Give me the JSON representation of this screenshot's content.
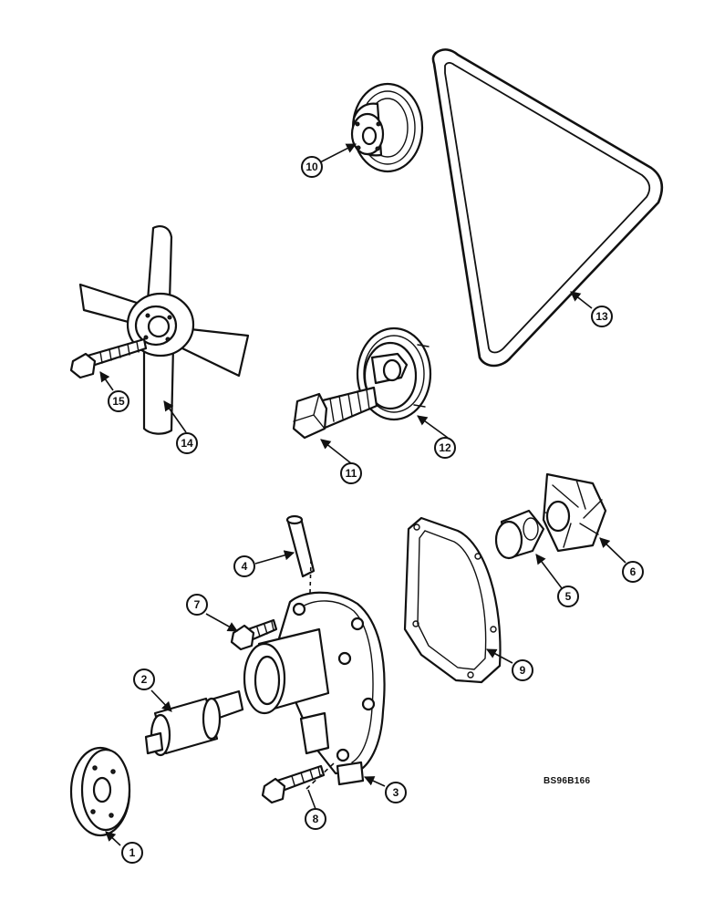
{
  "figure_code": "BS96B166",
  "callouts": [
    {
      "id": "1",
      "label": "1"
    },
    {
      "id": "2",
      "label": "2"
    },
    {
      "id": "3",
      "label": "3"
    },
    {
      "id": "4",
      "label": "4"
    },
    {
      "id": "5",
      "label": "5"
    },
    {
      "id": "6",
      "label": "6"
    },
    {
      "id": "7",
      "label": "7"
    },
    {
      "id": "8",
      "label": "8"
    },
    {
      "id": "9",
      "label": "9"
    },
    {
      "id": "10",
      "label": "10"
    },
    {
      "id": "11",
      "label": "11"
    },
    {
      "id": "12",
      "label": "12"
    },
    {
      "id": "13",
      "label": "13"
    },
    {
      "id": "14",
      "label": "14"
    },
    {
      "id": "15",
      "label": "15"
    }
  ]
}
